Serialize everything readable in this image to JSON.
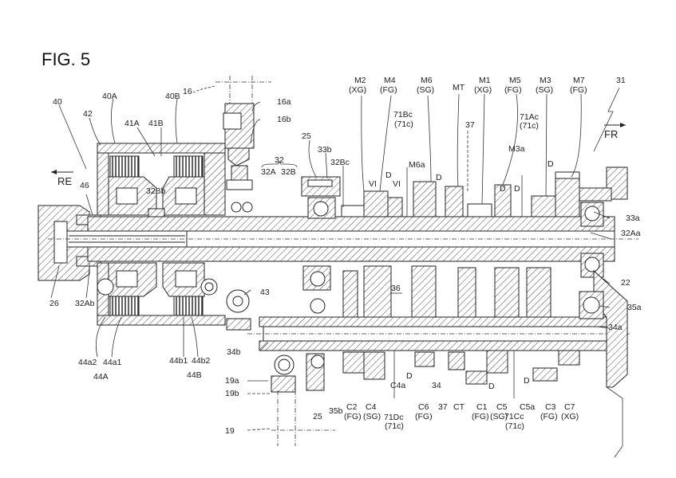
{
  "figure": {
    "title": "FIG. 5",
    "direction_rear": "RE",
    "direction_front": "FR"
  },
  "labels_top": [
    {
      "id": "40",
      "text": "40"
    },
    {
      "id": "40A",
      "text": "40A"
    },
    {
      "id": "40B",
      "text": "40B"
    },
    {
      "id": "42",
      "text": "42"
    },
    {
      "id": "41A",
      "text": "41A"
    },
    {
      "id": "41B",
      "text": "41B"
    },
    {
      "id": "16",
      "text": "16"
    },
    {
      "id": "16a",
      "text": "16a"
    },
    {
      "id": "16b",
      "text": "16b"
    },
    {
      "id": "32",
      "text": "32"
    },
    {
      "id": "32A",
      "text": "32A"
    },
    {
      "id": "32B",
      "text": "32B"
    },
    {
      "id": "25t",
      "text": "25"
    },
    {
      "id": "33b",
      "text": "33b"
    },
    {
      "id": "32Bc",
      "text": "32Bc"
    },
    {
      "id": "46",
      "text": "46"
    },
    {
      "id": "32Bb",
      "text": "32Bb"
    },
    {
      "id": "31",
      "text": "31"
    },
    {
      "id": "37t",
      "text": "37"
    },
    {
      "id": "M6a",
      "text": "M6a"
    },
    {
      "id": "M3a",
      "text": "M3a"
    },
    {
      "id": "71Bc",
      "text": "71Bc"
    },
    {
      "id": "71Bc_sub",
      "text": "(71c)"
    },
    {
      "id": "71Ac",
      "text": "71Ac"
    },
    {
      "id": "71Ac_sub",
      "text": "(71c)"
    },
    {
      "id": "VI1",
      "text": "VI"
    },
    {
      "id": "VI2",
      "text": "VI"
    },
    {
      "id": "D1",
      "text": "D"
    },
    {
      "id": "D2",
      "text": "D"
    },
    {
      "id": "D3",
      "text": "D"
    },
    {
      "id": "D4",
      "text": "D"
    },
    {
      "id": "D5",
      "text": "D"
    }
  ],
  "gears_main": [
    {
      "name": "M2",
      "type": "(XG)"
    },
    {
      "name": "M4",
      "type": "(FG)"
    },
    {
      "name": "M6",
      "type": "(SG)"
    },
    {
      "name": "MT",
      "type": ""
    },
    {
      "name": "M1",
      "type": "(XG)"
    },
    {
      "name": "M5",
      "type": "(FG)"
    },
    {
      "name": "M3",
      "type": "(SG)"
    },
    {
      "name": "M7",
      "type": "(FG)"
    }
  ],
  "labels_right": [
    {
      "id": "33a",
      "text": "33a"
    },
    {
      "id": "32Aa",
      "text": "32Aa"
    },
    {
      "id": "22",
      "text": "22"
    },
    {
      "id": "35a",
      "text": "35a"
    },
    {
      "id": "34a",
      "text": "34a"
    }
  ],
  "labels_left": [
    {
      "id": "26",
      "text": "26"
    },
    {
      "id": "32Ab",
      "text": "32Ab"
    },
    {
      "id": "43",
      "text": "43"
    },
    {
      "id": "36",
      "text": "36"
    },
    {
      "id": "34b",
      "text": "34b"
    }
  ],
  "labels_bottom": [
    {
      "id": "44a2",
      "text": "44a2"
    },
    {
      "id": "44a1",
      "text": "44a1"
    },
    {
      "id": "44A",
      "text": "44A"
    },
    {
      "id": "44b1",
      "text": "44b1"
    },
    {
      "id": "44b2",
      "text": "44b2"
    },
    {
      "id": "44B",
      "text": "44B"
    },
    {
      "id": "19a",
      "text": "19a"
    },
    {
      "id": "19b",
      "text": "19b"
    },
    {
      "id": "19",
      "text": "19"
    },
    {
      "id": "25b",
      "text": "25"
    },
    {
      "id": "35b",
      "text": "35b"
    },
    {
      "id": "C4a",
      "text": "C4a"
    },
    {
      "id": "D6",
      "text": "D"
    },
    {
      "id": "D7",
      "text": "D"
    },
    {
      "id": "D8",
      "text": "D"
    },
    {
      "id": "34",
      "text": "34"
    },
    {
      "id": "37b",
      "text": "37"
    },
    {
      "id": "CT",
      "text": "CT"
    },
    {
      "id": "C5a",
      "text": "C5a"
    },
    {
      "id": "71Dc",
      "text": "71Dc"
    },
    {
      "id": "71Dc_sub",
      "text": "(71c)"
    },
    {
      "id": "71Cc",
      "text": "71Cc"
    },
    {
      "id": "71Cc_sub",
      "text": "(71c)"
    }
  ],
  "gears_counter": [
    {
      "name": "C2",
      "type": "(FG)"
    },
    {
      "name": "C4",
      "type": "(SG)"
    },
    {
      "name": "C6",
      "type": "(FG)"
    },
    {
      "name": "C1",
      "type": "(FG)"
    },
    {
      "name": "C5",
      "type": "(SG)"
    },
    {
      "name": "C3",
      "type": "(FG)"
    },
    {
      "name": "C7",
      "type": "(XG)"
    }
  ]
}
